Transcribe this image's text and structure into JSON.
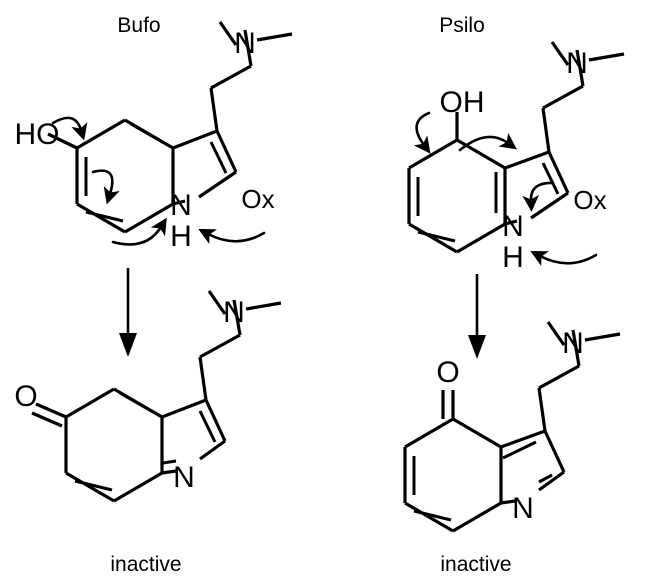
{
  "figure": {
    "type": "reaction-scheme",
    "background_color": "#ffffff",
    "line_color": "#000000",
    "description": "Oxidation of bufotenine (5-HO-DMT) and psilocin (4-HO-DMT) indoles to inactive quinone-imine products, with curly electron-pushing arrows"
  },
  "columns": [
    {
      "id": "bufo",
      "title": "Bufo",
      "reagent_label": "Ox",
      "product_caption": "inactive",
      "substituent": "HO",
      "substituent_position": "5",
      "nh_label_n": "N",
      "nh_label_h": "H",
      "product_carbonyl": "O",
      "product_ring_n": "N",
      "amine_label": "N"
    },
    {
      "id": "psilo",
      "title": "Psilo",
      "reagent_label": "Ox",
      "product_caption": "inactive",
      "substituent": "OH",
      "substituent_position": "4",
      "nh_label_n": "N",
      "nh_label_h": "H",
      "product_carbonyl": "O",
      "product_ring_n": "N",
      "amine_label": "N"
    }
  ],
  "labels": {
    "bufo_title": "Bufo",
    "psilo_title": "Psilo",
    "bufo_oh": "HO",
    "psilo_oh": "OH",
    "bufo_ox": "Ox",
    "psilo_ox": "Ox",
    "bufo_nh_n": "N",
    "bufo_nh_h": "H",
    "psilo_nh_n": "N",
    "psilo_nh_h": "H",
    "bufo_amine_n": "N",
    "psilo_amine_n": "N",
    "bufo_product_o": "O",
    "bufo_product_n": "N",
    "psilo_product_o": "O",
    "psilo_product_n": "N",
    "bufo_caption": "inactive",
    "psilo_caption": "inactive"
  }
}
